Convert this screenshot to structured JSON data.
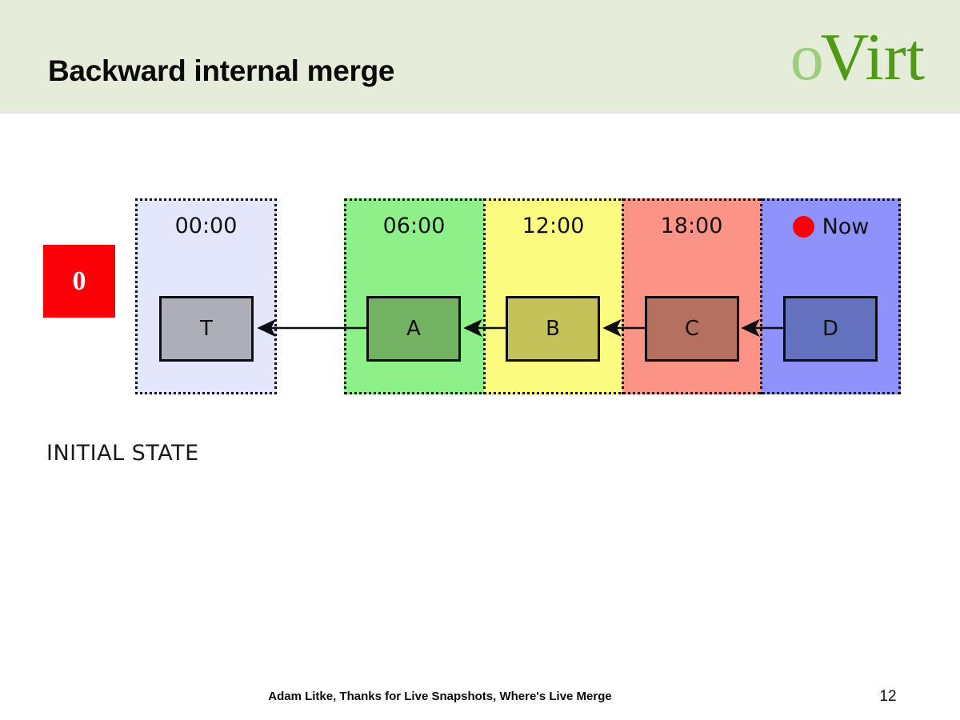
{
  "slide": {
    "title": "Backward internal merge",
    "brand": {
      "logo_o": "o",
      "logo_virt": "Virt"
    },
    "state_label": "INITIAL STATE",
    "footer_note": "Adam Litke, Thanks for Live Snapshots, Where's Live Merge",
    "page_number": "12",
    "colors": {
      "header_bg": "#e5ecd9",
      "logo_light_green": "#9ccf7a",
      "logo_dark_green": "#4f9b16",
      "badge_red": "#fb0007",
      "now_dot_red": "#fb0007"
    }
  },
  "badge": {
    "label": "0",
    "bg": "#fb0007",
    "fg": "#ffffff"
  },
  "diagram": {
    "type": "timeline-chain",
    "base_column": {
      "time_label": "00:00",
      "band_color": "#e4e7fb",
      "volume": {
        "label": "T",
        "fill": "#aeaeb8"
      }
    },
    "chain_columns": [
      {
        "time_label": "06:00",
        "band_color": "#8ef089",
        "volume": {
          "label": "A",
          "fill": "#72b262"
        }
      },
      {
        "time_label": "12:00",
        "band_color": "#fbfb80",
        "volume": {
          "label": "B",
          "fill": "#c5c25a"
        }
      },
      {
        "time_label": "18:00",
        "band_color": "#fb9386",
        "volume": {
          "label": "C",
          "fill": "#b5705f"
        }
      },
      {
        "time_label": "Now",
        "band_color": "#8e92fa",
        "has_now_marker": true,
        "volume": {
          "label": "D",
          "fill": "#6272bd"
        }
      }
    ],
    "arrows": [
      {
        "from": "A",
        "to": "T",
        "direction": "left"
      },
      {
        "from": "B",
        "to": "A",
        "direction": "left"
      },
      {
        "from": "C",
        "to": "B",
        "direction": "left"
      },
      {
        "from": "D",
        "to": "C",
        "direction": "left"
      }
    ]
  }
}
